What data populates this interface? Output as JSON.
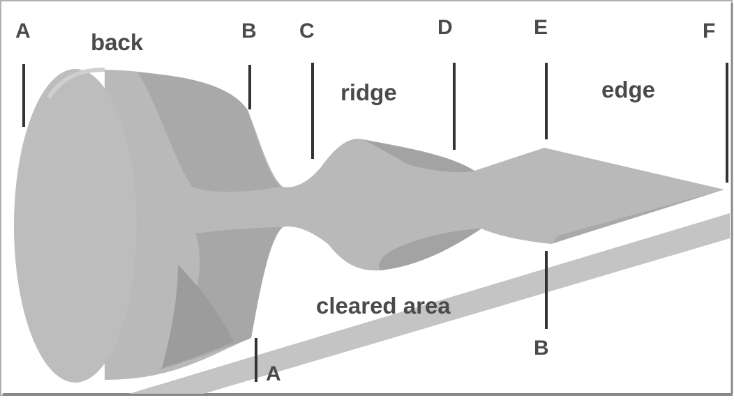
{
  "diagram": {
    "section_labels": {
      "back": "back",
      "ridge": "ridge",
      "edge": "edge",
      "cleared_area": "cleared area"
    },
    "points": {
      "a_top": "A",
      "b_top": "B",
      "c_top": "C",
      "d_top": "D",
      "e_top": "E",
      "f_top": "F",
      "a_bottom": "A",
      "b_bottom": "B"
    },
    "colors": {
      "body": "#b9b9b9",
      "shadow": "#a7a7a7",
      "dark_shadow": "#9c9c9c",
      "face": "#bdbdbd",
      "strip": "#c4c4c4",
      "markers": "#333333",
      "labels": "#4a4a4a",
      "frame": "#888888"
    }
  }
}
